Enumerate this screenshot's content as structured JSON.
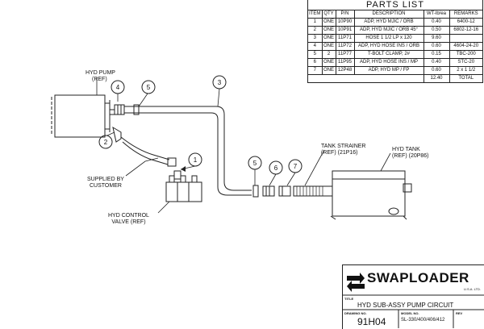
{
  "parts_list": {
    "title": "PARTS LIST",
    "headers": [
      "ITEM",
      "QTY",
      "P/N",
      "DESCRIPTION",
      "WT-lb/ea",
      "REMARKS"
    ],
    "rows": [
      [
        "1",
        "ONE",
        "10P90",
        "ADP, HYD MJIC / ORB",
        "0.40",
        "6400-12"
      ],
      [
        "2",
        "ONE",
        "10P91",
        "ADP, HYD MJIC / ORB 45°",
        "0.50",
        "6802-12-16"
      ],
      [
        "3",
        "ONE",
        "11P71",
        "HOSE 1 1/2 LP x 120",
        "9.60",
        ""
      ],
      [
        "4",
        "ONE",
        "11P72",
        "ADP, HYD HOSE INS / ORB",
        "0.60",
        "4604-24-20"
      ],
      [
        "5",
        "2",
        "11P77",
        "T-BOLT CLAMP, 2#",
        "0.15",
        "TBC-200"
      ],
      [
        "6",
        "ONE",
        "11P95",
        "ADP, HYD HOSE INS / MP",
        "0.40",
        "STC-20"
      ],
      [
        "7",
        "ONE",
        "12P48",
        "ADP, HYD MP / FP",
        "0.60",
        "2 x 1 1/2"
      ]
    ],
    "total_weight": "12.40",
    "total_label": "TOTAL"
  },
  "labels": {
    "hyd_pump": [
      "HYD PUMP",
      "(REF)"
    ],
    "supplied": [
      "SUPPLIED BY",
      "CUSTOMER"
    ],
    "control_valve": [
      "HYD CONTROL",
      "VALVE (REF)"
    ],
    "tank_strainer": [
      "TANK STRAINER",
      "(REF) (21P16)"
    ],
    "hyd_tank": [
      "HYD TANK",
      "(REF) (20P86)"
    ]
  },
  "balloons": {
    "b1": "1",
    "b2": "2",
    "b3": "3",
    "b4": "4",
    "b5a": "5",
    "b5b": "5",
    "b6": "6",
    "b7": "7"
  },
  "title_block": {
    "company": "SWAPLOADER",
    "company_sub": "U.S.A. LTD.",
    "title_label": "TITLE",
    "title": "HYD SUB-ASSY PUMP CIRCUIT",
    "drawing_no_label": "DRAWING NO.",
    "drawing_no": "91H04",
    "model_no_label": "MODEL NO.",
    "model_no": "SL-330/400/406/412",
    "rev_label": "REV"
  }
}
